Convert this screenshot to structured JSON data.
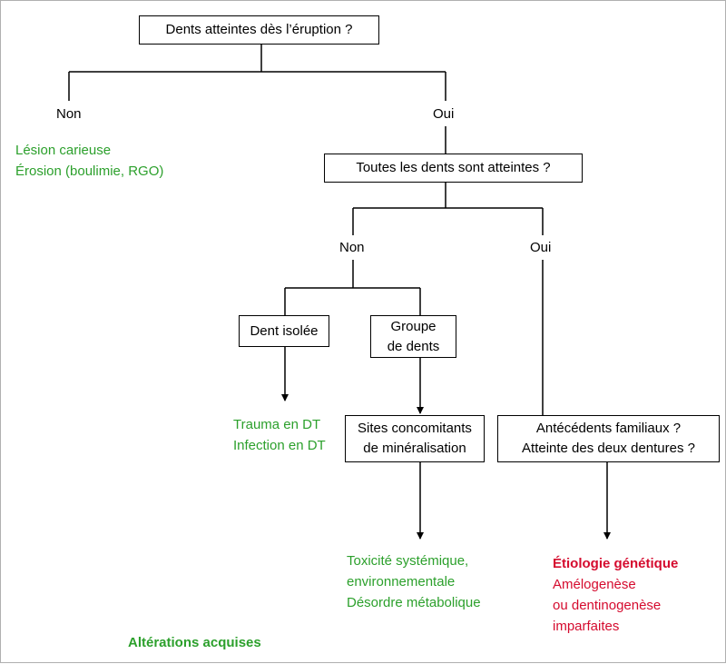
{
  "colors": {
    "acquired": "#2ca02c",
    "genetic": "#d50b2e",
    "line": "#000000"
  },
  "questions": {
    "q1": "Dents atteintes dès l’éruption ?",
    "q2": "Toutes les dents sont atteintes ?",
    "dent_isolee": "Dent isolée",
    "groupe_line1": "Groupe",
    "groupe_line2": "de dents",
    "sites_line1": "Sites concomitants",
    "sites_line2": "de minéralisation",
    "antecedents_line1": "Antécédents familiaux ?",
    "antecedents_line2": "Atteinte des deux dentures ?"
  },
  "answers": {
    "level1_no": "Non",
    "level1_yes": "Oui",
    "level2_no": "Non",
    "level2_yes": "Oui"
  },
  "outcomes": {
    "lesion": "Lésion carieuse",
    "erosion": "Érosion (boulimie, RGO)",
    "trauma": "Trauma en DT",
    "infection": "Infection en DT",
    "toxicite": "Toxicité systémique,",
    "environnementale": "environnementale",
    "desordre": "Désordre métabolique",
    "etiologie": "Étiologie génétique",
    "amelogenese": "Amélogenèse",
    "dentinogenese": "ou dentinogenèse",
    "imparfaites": "imparfaites"
  },
  "legend": {
    "acquired": "Altérations acquises"
  }
}
